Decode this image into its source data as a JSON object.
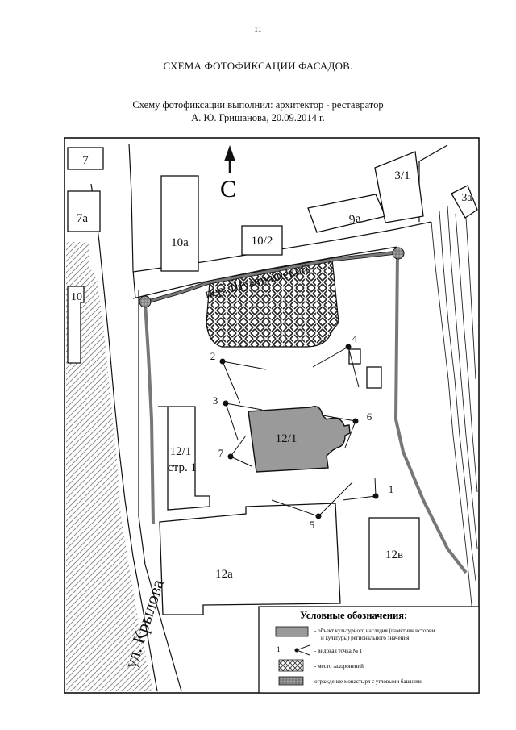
{
  "page_number": "11",
  "title": "СХЕМА ФОТОФИКСАЦИИ ФАСАДОВ.",
  "author_line_1": "Схему фотофиксации выполнил: архитектор - реставратор",
  "author_line_2": "А. Ю. Гришанова, 20.09.2014 г.",
  "north_label": "С",
  "streets": {
    "lane": "пер. Шумихинский",
    "street": "ул. Крылова"
  },
  "buildings": {
    "b7": "7",
    "b7a": "7а",
    "b10": "10",
    "b10a": "10а",
    "b10_2": "10/2",
    "b9a": "9а",
    "b3_1": "3/1",
    "b3a": "3а",
    "b12_1_main": "12/1",
    "b12_1_str_line1": "12/1",
    "b12_1_str_line2": "стр. 1",
    "b12a": "12а",
    "b12v": "12в"
  },
  "viewpoints": [
    "1",
    "2",
    "3",
    "4",
    "5",
    "6",
    "7"
  ],
  "legend": {
    "title": "Условные обозначения:",
    "item_heritage": "- объект культурного наследия (памятник истории",
    "item_heritage_2": "и культуры) регионального значения",
    "item_viewpoint_symbol": "1",
    "item_viewpoint": "- видовая точка № 1",
    "item_burial": "- место захоронений",
    "item_fence": "- ограждение монастыря с угловыми башнями"
  },
  "colors": {
    "heritage_fill": "#9a9a9a",
    "line": "#111111",
    "fence": "#777777"
  }
}
